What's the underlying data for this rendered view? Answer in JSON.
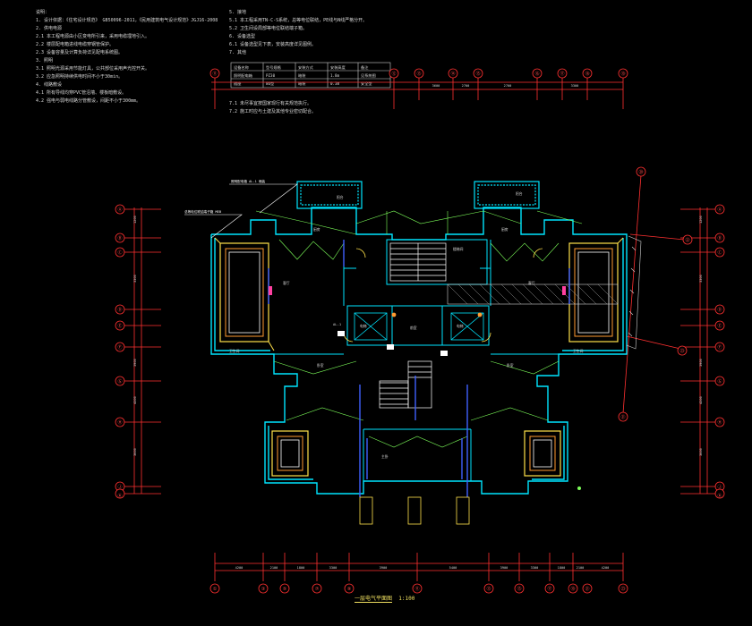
{
  "drawing": {
    "caption_title": "一层电气平面图",
    "caption_scale": "1:100"
  },
  "colors": {
    "background": "#000000",
    "dimension_red": "#ff3030",
    "wall_cyan": "#00e5ff",
    "wiring_green": "#7dff5a",
    "accent_yellow": "#ffe14a",
    "note_text": "#d8d8d8",
    "window_blue": "#4060ff",
    "room_orange": "#ff9a30"
  },
  "notes_left": [
    "说明：",
    "1. 设计依据：《住宅设计规范》 GB50096-2011，《民用建筑电气设计规范》JGJ16-2008",
    "2. 供电电源",
    "2.1 本工程电源由小区变电所引来，采用电缆埋地引入。",
    "2.2 楼层配电箱进线电缆穿钢管保护。",
    "2.3 设备容量及计算负荷详见配电系统图。",
    "3. 照明",
    "3.1 照明光源采用节能灯具，公共部位采用声光控开关。",
    "3.2 应急照明持续供电时间不小于30min。",
    "4. 线路敷设",
    "4.1 所有导线均穿PVC管沿墙、楼板暗敷设。",
    "4.2 强电与弱电线路分管敷设，间距不小于300mm。"
  ],
  "notes_right": [
    "5. 接地",
    "5.1 本工程采用TN-C-S系统，总等电位联结，PE线与N线严格分开。",
    "5.2 卫生间设局部等电位联结端子箱。",
    "6. 设备选型",
    "6.1 设备选型见下表，安装高度详见图例。",
    "7. 其他",
    "7.1 未尽事宜按国家现行有关规范执行。",
    "7.2 施工时应与土建及其他专业密切配合。"
  ],
  "equipment_table": {
    "headers": [
      "设备名称",
      "型号规格",
      "安装方式",
      "安装高度",
      "备注"
    ],
    "rows": [
      [
        "照明配电箱",
        "PZ30",
        "暗装",
        "1.8m",
        "见系统图"
      ],
      [
        "插座",
        "86型",
        "暗装",
        "0.3m",
        "安全型"
      ]
    ]
  },
  "axes": {
    "bottom": [
      "①",
      "③",
      "⑤",
      "⑦",
      "⑨",
      "⑪",
      "⑬",
      "⑮",
      "⑰",
      "⑲",
      "㉑",
      "㉓"
    ],
    "top_right": [
      "⑪",
      "⑫",
      "⑬",
      "⑭",
      "⑮",
      "⑯",
      "⑰",
      "⑱",
      "⑲"
    ],
    "left": [
      "Ⓐ",
      "Ⓑ",
      "Ⓒ",
      "Ⓓ",
      "Ⓔ",
      "Ⓕ",
      "Ⓖ",
      "Ⓗ",
      "Ⓙ",
      "Ⓚ",
      "Ⓛ"
    ],
    "right": [
      "Ⓐ",
      "Ⓑ",
      "Ⓒ",
      "Ⓓ",
      "Ⓔ",
      "Ⓕ",
      "Ⓖ",
      "Ⓗ",
      "Ⓙ",
      "Ⓚ",
      "Ⓛ"
    ],
    "slanted": [
      "⑳",
      "㉑",
      "㉒",
      "㉓"
    ]
  },
  "dimensions": {
    "bottom": [
      "4200",
      "2100",
      "1800",
      "3300",
      "3900",
      "5400",
      "3900",
      "3300",
      "1800",
      "2100",
      "4200"
    ],
    "left": [
      "1200",
      "3300",
      "3900",
      "4500",
      "3600"
    ],
    "right": [
      "1200",
      "3300",
      "3900",
      "4500",
      "3600"
    ],
    "top_right": [
      "3600",
      "2700",
      "2700",
      "3300"
    ]
  },
  "rooms": {
    "living_left": "客厅",
    "living_right": "客厅",
    "bedroom_left": "卧室",
    "bedroom_right": "卧室",
    "bedroom_bottom": "主卧",
    "kitchen_left": "厨房",
    "kitchen_right": "厨房",
    "stair_hall": "楼梯间",
    "elevator_left": "电梯",
    "elevator_right": "电梯",
    "lobby": "前室",
    "balcony_left": "阳台",
    "balcony_right": "阳台",
    "bath_left": "卫生间",
    "bath_right": "卫生间",
    "distribution_box": "AL-1"
  },
  "callouts": {
    "top_left_note": "照明配电箱 AL-1 暗装",
    "left_note": "总等电位联结端子箱 MEB"
  }
}
